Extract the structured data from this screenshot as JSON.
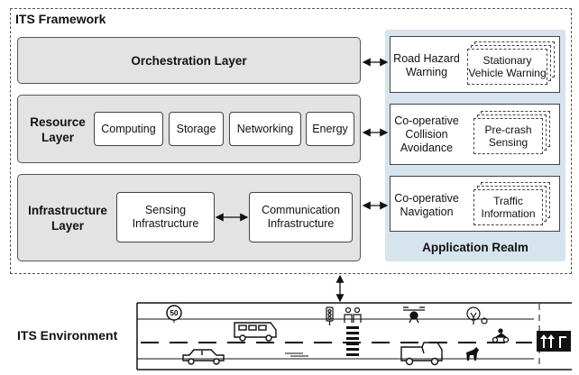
{
  "framework": {
    "title": "ITS Framework",
    "orchestration": {
      "title": "Orchestration Layer"
    },
    "resource": {
      "title_line1": "Resource",
      "title_line2": "Layer",
      "items": [
        "Computing",
        "Storage",
        "Networking",
        "Energy"
      ]
    },
    "infrastructure": {
      "title_line1": "Infrastructure",
      "title_line2": "Layer",
      "sensing_line1": "Sensing",
      "sensing_line2": "Infrastructure",
      "comm_line1": "Communication",
      "comm_line2": "Infrastructure"
    }
  },
  "realm": {
    "title": "Application Realm",
    "apps": [
      {
        "label_line1": "Road Hazard",
        "label_line2": "Warning",
        "label_line3": "",
        "detail_line1": "Stationary",
        "detail_line2": "Vehicle Warning"
      },
      {
        "label_line1": "Co-operative",
        "label_line2": "Collision",
        "label_line3": "Avoidance",
        "detail_line1": "Pre-crash",
        "detail_line2": "Sensing"
      },
      {
        "label_line1": "Co-operative",
        "label_line2": "Navigation",
        "label_line3": "",
        "detail_line1": "Traffic",
        "detail_line2": "Information"
      }
    ]
  },
  "environment": {
    "title": "ITS Environment",
    "speed_sign": "50"
  },
  "colors": {
    "layer_fill": "#e3e3e3",
    "realm_fill": "#d6e4ee",
    "border": "#555555"
  },
  "icons": [
    "speed-limit-sign-icon",
    "bus-icon",
    "traffic-light-icon",
    "pedestrians-icon",
    "drone-icon",
    "tree-icon",
    "motorcycle-icon",
    "car-icon",
    "truck-icon",
    "dog-icon",
    "lane-arrows-sign-icon"
  ]
}
